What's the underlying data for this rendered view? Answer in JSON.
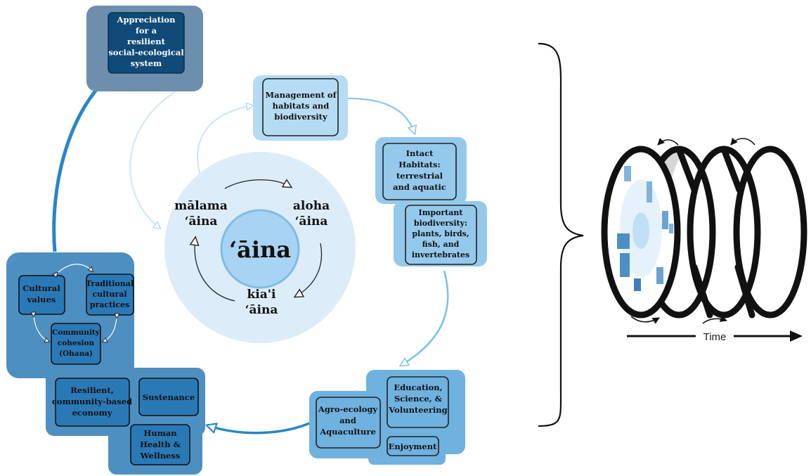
{
  "top_node": {
    "lines": [
      "Appreciation",
      "for a",
      "resilient",
      "social-ecological",
      "system"
    ]
  },
  "center": {
    "core": "ʻāina",
    "malama": [
      "mālama",
      "ʻāina"
    ],
    "aloha": [
      "aloha",
      "ʻāina"
    ],
    "kiai": [
      "kia'i",
      "ʻāina"
    ]
  },
  "nodes": {
    "management": [
      "Management of",
      "habitats and",
      "biodiversity"
    ],
    "intact_habitats": [
      "Intact",
      "Habitats:",
      "terrestrial",
      "and aquatic"
    ],
    "important_biodiversity": [
      "Important",
      "biodiversity:",
      "plants, birds,",
      "fish, and",
      "invertebrates"
    ],
    "education": [
      "Education,",
      "Science, &",
      "Volunteering"
    ],
    "enjoyment": [
      "Enjoyment"
    ],
    "agroecology": [
      "Agro-ecology",
      "and",
      "Aquaculture"
    ],
    "resilient_economy": [
      "Resilient,",
      "community-based",
      "economy"
    ],
    "sustenance": [
      "Sustenance"
    ],
    "human_health": [
      "Human",
      "Health &",
      "Wellness"
    ],
    "cultural_values": [
      "Cultural",
      "values"
    ],
    "traditional_practices": [
      "Traditional",
      "cultural",
      "practices"
    ],
    "community_cohesion": [
      "Community",
      "cohesion",
      "(Ohana)"
    ]
  },
  "spiral": {
    "axis_label": "Time"
  },
  "colors": {
    "lightest": "#dcedf9",
    "light": "#b6dcf4",
    "medium_light": "#95c9ec",
    "medium": "#6fb1df",
    "dark_group": "#4e8fc1",
    "dark_box": "#2a79b7",
    "top_group": "#6d8fad",
    "top_box": "#0f4a78",
    "arrow_light": "#bfe0f5",
    "arrow_mid": "#7ec0ea",
    "arrow_dark": "#2a85c6",
    "core_fill": "#a8d3f2"
  }
}
